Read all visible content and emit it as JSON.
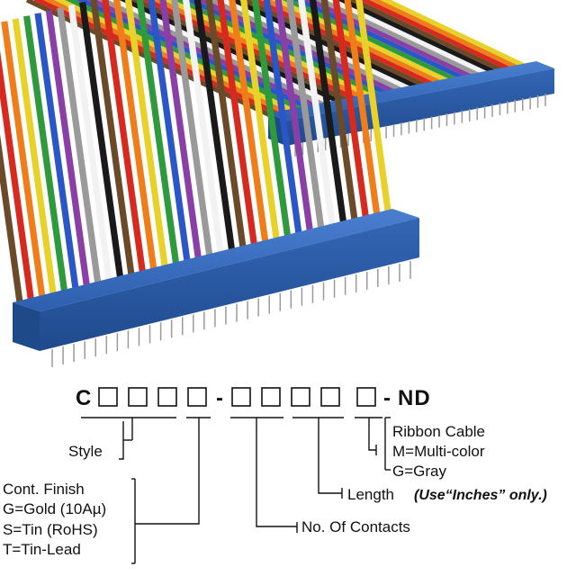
{
  "part_number": {
    "prefix": "C",
    "separator": "-",
    "suffix": "ND"
  },
  "legend": {
    "style": "Style",
    "finish_title": "Cont. Finish",
    "finish_gold": "G=Gold (10Aµ)",
    "finish_tin": "S=Tin (RoHS)",
    "finish_tin_lead": "T=Tin-Lead",
    "contacts": "No. Of Contacts",
    "length": "Length",
    "length_note": "(Use“Inches” only.)",
    "ribbon_title": "Ribbon Cable",
    "ribbon_multi": "M=Multi-color",
    "ribbon_gray": "G=Gray"
  },
  "colors": {
    "connector_blue": "#2f64b4",
    "connector_dark": "#1f4a8a",
    "wire_colors": [
      "#6b4a2a",
      "#d62a1e",
      "#ee7d1a",
      "#e8d22a",
      "#2e9a3c",
      "#2a56c8",
      "#8a3fa6",
      "#9a9a9a",
      "#f2f2f2",
      "#1a1a1a"
    ]
  }
}
